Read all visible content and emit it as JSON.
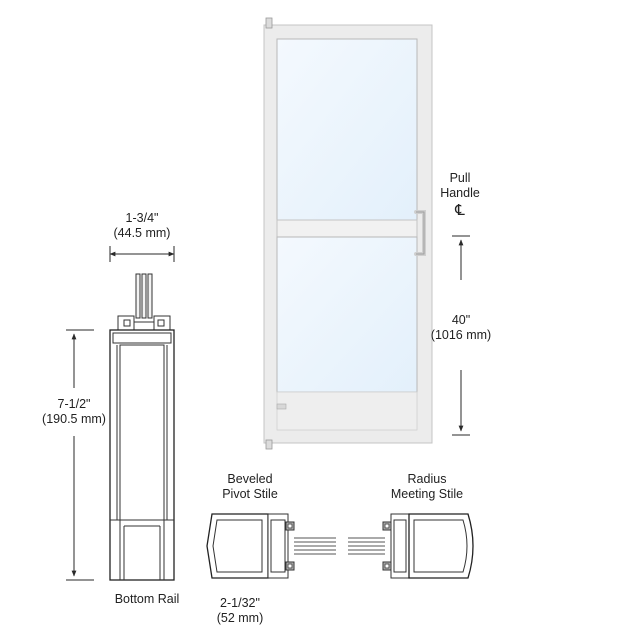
{
  "labels": {
    "pull_handle_line1": "Pull",
    "pull_handle_line2": "Handle",
    "centerline": "℄",
    "handle_height_in": "40\"",
    "handle_height_mm": "(1016 mm)",
    "rail_depth_in": "1-3/4\"",
    "rail_depth_mm": "(44.5 mm)",
    "rail_height_in": "7-1/2\"",
    "rail_height_mm": "(190.5 mm)",
    "bottom_rail": "Bottom Rail",
    "pivot_stile_line1": "Beveled",
    "pivot_stile_line2": "Pivot Stile",
    "meeting_stile_line1": "Radius",
    "meeting_stile_line2": "Meeting Stile",
    "stile_width_in": "2-1/32\"",
    "stile_width_mm": "(52 mm)"
  },
  "colors": {
    "frame": "#ececec",
    "frame_edge": "#c9c9c9",
    "glass": "#e8f3fc",
    "line": "#2a2a2a"
  }
}
